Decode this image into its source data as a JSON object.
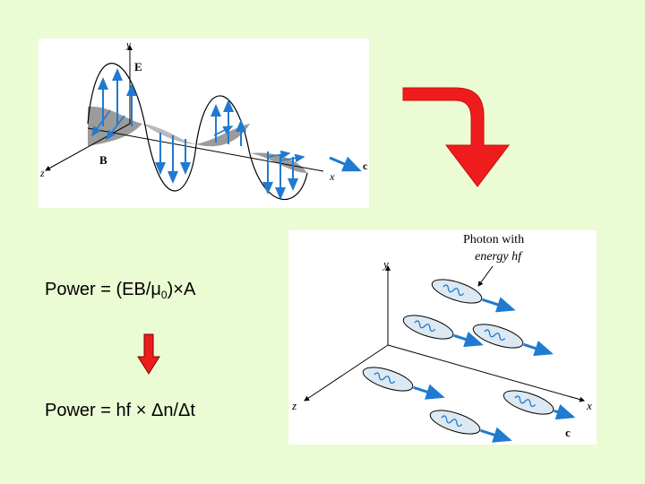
{
  "em_wave": {
    "y_label": "y",
    "e_label": "E",
    "b_label": "B",
    "z_label": "z",
    "x_label": "x",
    "c_label": "c"
  },
  "photon": {
    "caption_line1": "Photon with",
    "caption_line2": "energy hf",
    "y_label": "y",
    "z_label": "z",
    "x_label": "x",
    "c_label": "c"
  },
  "equations": {
    "power1": {
      "prefix": "Power = (EB/",
      "mu": "μ",
      "sub": "0",
      "suffix": ")×A"
    },
    "power2": {
      "text": "Power = hf × Δn/Δt"
    }
  },
  "colors": {
    "background": "#ebfbd3",
    "arrow_red": "#ee1c1c",
    "field_blue": "#1f7ad0",
    "shade_gray": "#8a8a8a"
  }
}
